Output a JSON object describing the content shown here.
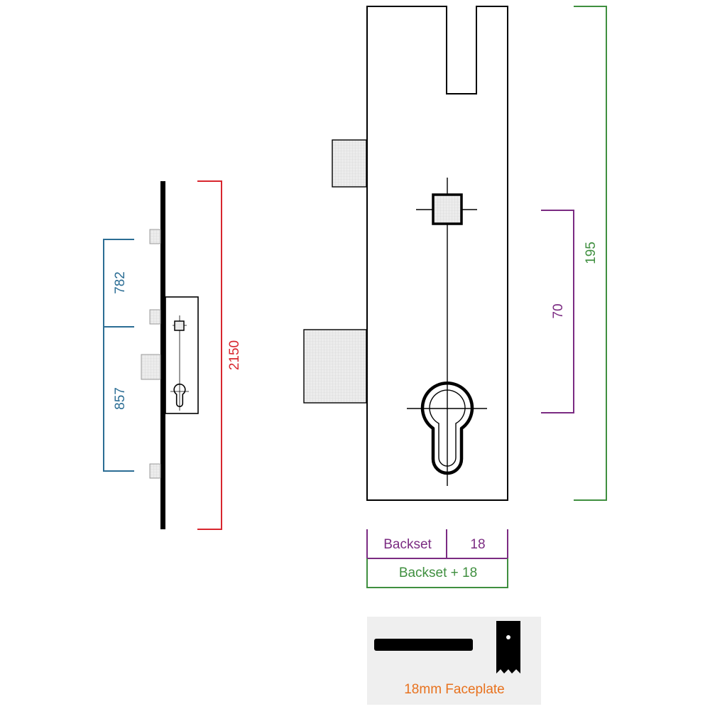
{
  "labels": {
    "overall_height": "2150",
    "upper_spacing": "782",
    "lower_spacing": "857",
    "case_height": "195",
    "centres": "70",
    "backset": "Backset",
    "faceplate_offset": "18",
    "backset_total": "Backset + 18",
    "faceplate_caption": "18mm Faceplate"
  },
  "colors": {
    "red": "#d8262e",
    "blue": "#2b6d94",
    "purple": "#7b2b82",
    "green": "#3f8f3f",
    "orange": "#e8721e",
    "ink": "#000000",
    "fill": "#e4e4e4",
    "panel": "#efefef"
  }
}
